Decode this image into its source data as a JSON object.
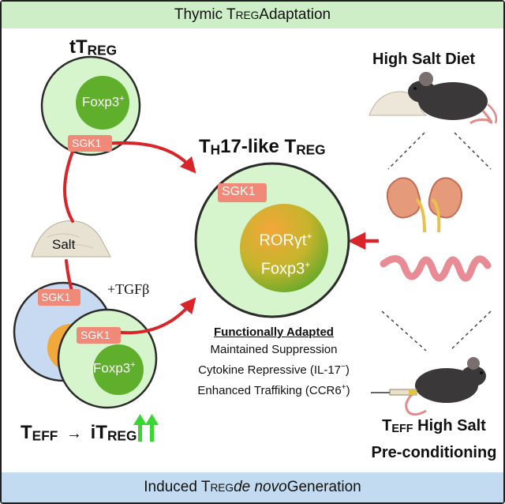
{
  "banner_top": {
    "pre": "Thymic T",
    "sub": "REG",
    "post": " Adaptation"
  },
  "banner_bottom": {
    "pre": "Induced T",
    "sub": "REG",
    "mid": " ",
    "it": "de novo",
    "post": " Generation"
  },
  "ttreg": {
    "main": "tT",
    "sub": "REG"
  },
  "foxp3": "Foxp3",
  "foxp3_sup": "+",
  "sgk1": "SGK1",
  "salt": "Salt",
  "tgfb": "+TGFβ",
  "th17": {
    "main": "T",
    "sub1": "H",
    "mid": "17-like T",
    "sub2": "REG"
  },
  "rorgt": {
    "line1": "RORγt",
    "sup1": "+",
    "line2": "Foxp3",
    "sup2": "+"
  },
  "functional": {
    "heading": "Functionally Adapted",
    "line1": "Maintained Suppression",
    "line2_pre": "Cytokine Repressive (IL-17",
    "line2_sup": "−",
    "line2_post": ")",
    "line3_pre": "Enhanced Traffiking (CCR6",
    "line3_sup": "+",
    "line3_post": ")"
  },
  "high_salt_diet": "High Salt Diet",
  "teff_highsalt": {
    "main": "T",
    "sub": "EFF",
    "post": " High Salt"
  },
  "preconditioning": "Pre-conditioning",
  "conversion": {
    "a": "T",
    "a_sub": "EFF",
    "arrow": "→",
    "b": "iT",
    "b_sub": "REG"
  },
  "colors": {
    "cell_fill": "#d6f5cc",
    "nucleus": "#5fae2c",
    "sgk1": "#f08978",
    "arrow": "#d9242a",
    "teff_cell": "#c8d9f2",
    "up_arrow": "#39d631"
  }
}
